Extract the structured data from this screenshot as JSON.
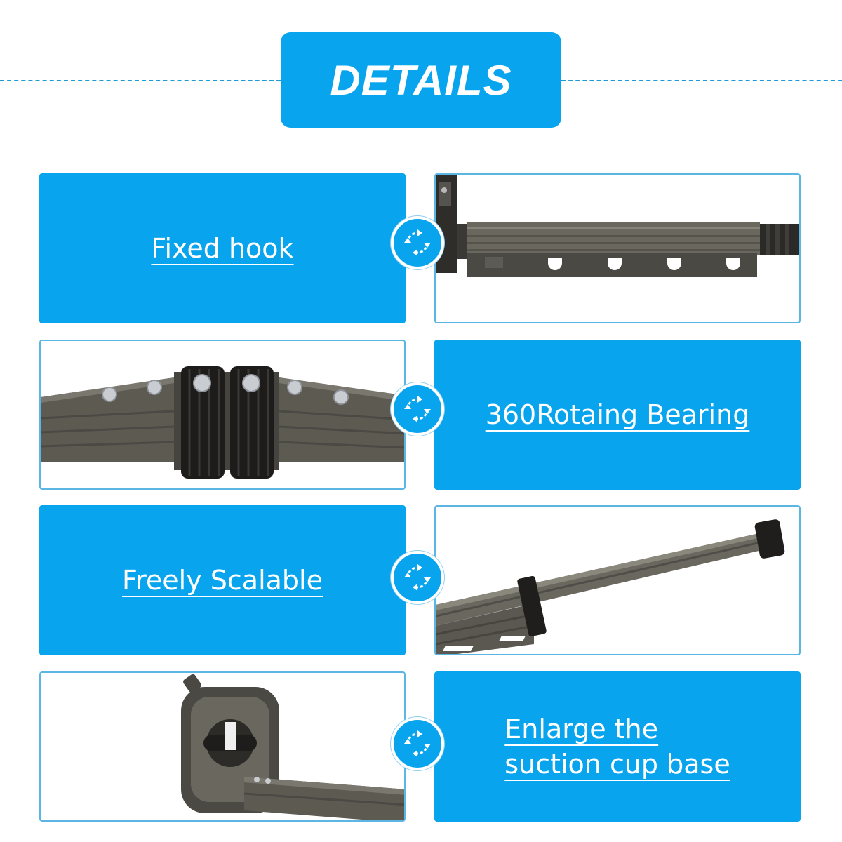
{
  "header": {
    "title": "DETAILS"
  },
  "features": {
    "fixed_hook": "Fixed hook",
    "rotating_bearing": "360Rotaing Bearing",
    "freely_scalable": "Freely Scalable",
    "suction_line1": "Enlarge the",
    "suction_line2": "suction cup base"
  },
  "icons": {
    "badge": "rotate-arrows-icon"
  },
  "colors": {
    "accent": "#08a4ee",
    "frame": "#5bb6e4",
    "metal": "#5d5a52"
  }
}
